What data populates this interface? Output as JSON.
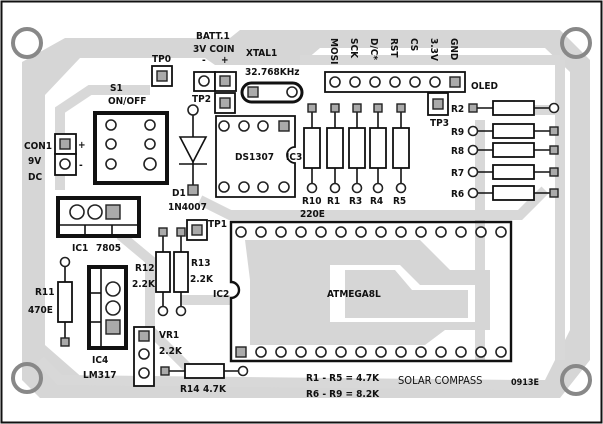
{
  "board": {
    "title": "SOLAR COMPASS",
    "code": "0913E",
    "notes": [
      "R1 - R5 = 4.7K",
      "R6 - R9 = 8.2K"
    ]
  },
  "components": {
    "tp0": "TP0",
    "tp1": "TP1",
    "tp2": "TP2",
    "tp3": "TP3",
    "batt": {
      "ref": "BATT.1",
      "value": "3V COIN",
      "minus": "-",
      "plus": "+"
    },
    "xtal": {
      "ref": "XTAL1",
      "value": "32.768KHz"
    },
    "s1": {
      "ref": "S1",
      "value": "ON/OFF"
    },
    "con1": {
      "ref": "CON1",
      "v": "9V",
      "dc": "DC",
      "plus": "+",
      "minus": "-"
    },
    "d1": {
      "ref": "D1",
      "value": "1N4007"
    },
    "ic3": {
      "ref": "IC3",
      "value": "DS1307"
    },
    "ic1": {
      "ref": "IC1",
      "value": "7805"
    },
    "ic2": {
      "ref": "IC2",
      "value": "ATMEGA8L"
    },
    "ic4": {
      "ref": "IC4",
      "value": "LM317"
    },
    "vr1": {
      "ref": "VR1",
      "value": "2.2K"
    },
    "r10": {
      "ref": "R10",
      "value": "220E"
    },
    "r11": {
      "ref": "R11",
      "value": "470E"
    },
    "r12": {
      "ref": "R12",
      "value": "2.2K"
    },
    "r13": {
      "ref": "R13",
      "value": "2.2K"
    },
    "r14": {
      "ref": "R14",
      "value": "4.7K"
    },
    "r_vertical": [
      "R1",
      "R3",
      "R4",
      "R5"
    ],
    "r_horizontal": [
      "R2",
      "R9",
      "R8",
      "R7",
      "R6"
    ],
    "oled": {
      "ref": "OLED",
      "pins": [
        "MOSI",
        "SCK",
        "D/C*",
        "RST",
        "CS",
        "3.3V",
        "GND"
      ]
    }
  }
}
